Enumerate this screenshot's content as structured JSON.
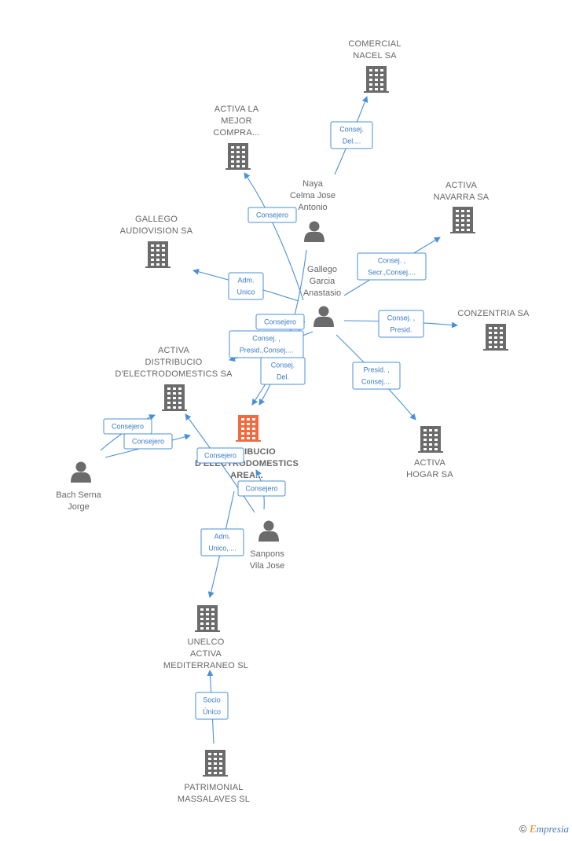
{
  "nodes": [
    {
      "id": "comercial_nacel",
      "type": "company",
      "lines": [
        "COMERCIAL",
        "NACEL SA"
      ]
    },
    {
      "id": "activa_mejor",
      "type": "company",
      "lines": [
        "ACTIVA LA",
        "MEJOR",
        "COMPRA..."
      ]
    },
    {
      "id": "naya",
      "type": "person",
      "lines": [
        "Naya",
        "Celma Jose",
        "Antonio"
      ]
    },
    {
      "id": "activa_navarra",
      "type": "company",
      "lines": [
        "ACTIVA",
        "NAVARRA SA"
      ]
    },
    {
      "id": "gallego_audiovision",
      "type": "company",
      "lines": [
        "GALLEGO",
        "AUDIOVISION SA"
      ]
    },
    {
      "id": "gallego_garcia",
      "type": "person",
      "lines": [
        "Gallego",
        "Garcia",
        "Anastasio"
      ]
    },
    {
      "id": "conzentria",
      "type": "company",
      "lines": [
        "CONZENTRIA SA"
      ]
    },
    {
      "id": "activa_distribucio",
      "type": "company",
      "lines": [
        "ACTIVA",
        "DISTRIBUCIO",
        "D'ELECTRODOMESTICS SA"
      ]
    },
    {
      "id": "focus",
      "type": "company_focus",
      "lines": [
        "DISTRIBUCIO",
        "D'ELECTRODOMESTICS",
        "AREA..."
      ]
    },
    {
      "id": "activa_hogar",
      "type": "company",
      "lines": [
        "ACTIVA",
        "HOGAR SA"
      ]
    },
    {
      "id": "bach_serna",
      "type": "person",
      "lines": [
        "Bach Serna",
        "Jorge"
      ]
    },
    {
      "id": "sanpons",
      "type": "person",
      "lines": [
        "Sanpons",
        "Vila Jose"
      ]
    },
    {
      "id": "unelco",
      "type": "company",
      "lines": [
        "UNELCO",
        "ACTIVA",
        "MEDITERRANEO SL"
      ]
    },
    {
      "id": "patrimonial",
      "type": "company",
      "lines": [
        "PATRIMONIAL",
        "MASSALAVES SL"
      ]
    }
  ],
  "edges": [
    {
      "id": "naya_comercial",
      "from": "naya",
      "to": "comercial_nacel",
      "lines": [
        "Consej.",
        "Del...."
      ]
    },
    {
      "id": "gallego_mejor",
      "from": "gallego_garcia",
      "to": "activa_mejor",
      "lines": [
        "Consejero"
      ]
    },
    {
      "id": "gallego_navarra",
      "from": "gallego_garcia",
      "to": "activa_navarra",
      "lines": [
        "Consej. ,",
        "Secr.,Consej...."
      ]
    },
    {
      "id": "gallego_audiovision",
      "from": "gallego_garcia",
      "to": "gallego_audiovision",
      "lines": [
        "Adm.",
        "Unico"
      ]
    },
    {
      "id": "gallego_conzentria",
      "from": "gallego_garcia",
      "to": "conzentria",
      "lines": [
        "Consej. ,",
        "Presid."
      ]
    },
    {
      "id": "gallego_focus_1",
      "from": "gallego_garcia",
      "to": "focus",
      "lines": [
        "Consejero"
      ]
    },
    {
      "id": "gallego_distribucio",
      "from": "gallego_garcia",
      "to": "activa_distribucio",
      "lines": [
        "Consej. ,",
        "Presid.,Consej...."
      ]
    },
    {
      "id": "naya_focus",
      "from": "naya",
      "to": "focus",
      "lines": [
        "Consej.",
        "Del."
      ]
    },
    {
      "id": "gallego_hogar",
      "from": "gallego_garcia",
      "to": "activa_hogar",
      "lines": [
        "Presid. ,",
        "Consej...."
      ]
    },
    {
      "id": "bach_distribucio",
      "from": "bach_serna",
      "to": "activa_distribucio",
      "lines": [
        "Consejero"
      ]
    },
    {
      "id": "bach_focus",
      "from": "bach_serna",
      "to": "focus",
      "lines": [
        "Consejero"
      ]
    },
    {
      "id": "sanpons_distribucio",
      "from": "sanpons",
      "to": "activa_distribucio",
      "lines": [
        "Consejero"
      ]
    },
    {
      "id": "sanpons_focus",
      "from": "sanpons",
      "to": "focus",
      "lines": [
        "Consejero"
      ]
    },
    {
      "id": "focus_unelco",
      "from": "focus",
      "to": "unelco",
      "lines": [
        "Adm.",
        "Unico,...."
      ]
    },
    {
      "id": "patrimonial_unelco",
      "from": "patrimonial",
      "to": "unelco",
      "lines": [
        "Socio",
        "Único"
      ]
    }
  ],
  "colors": {
    "edge": "#4a90d9",
    "node": "#6b6b6b",
    "focus": "#f26a3d",
    "label": "#666666"
  },
  "footer": {
    "copyright": "©",
    "brand_initial": "E",
    "brand_rest": "mpresia"
  }
}
